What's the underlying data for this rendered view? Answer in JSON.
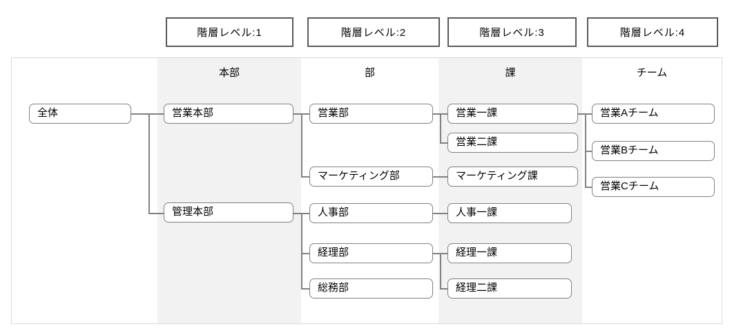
{
  "header": {
    "levels": [
      {
        "label": "階層レベル:1"
      },
      {
        "label": "階層レベル:2"
      },
      {
        "label": "階層レベル:3"
      },
      {
        "label": "階層レベル:4"
      }
    ]
  },
  "columns": [
    {
      "label": "本部"
    },
    {
      "label": "部"
    },
    {
      "label": "課"
    },
    {
      "label": "チーム"
    }
  ],
  "nodes": {
    "zentai": "全体",
    "eigyo_honbu": "営業本部",
    "kanri_honbu": "管理本部",
    "eigyo_bu": "営業部",
    "marketing_bu": "マーケティング部",
    "jinji_bu": "人事部",
    "keiri_bu": "経理部",
    "soumu_bu": "総務部",
    "eigyo_1ka": "営業一課",
    "eigyo_2ka": "営業二課",
    "marketing_ka": "マーケティング課",
    "jinji_1ka": "人事一課",
    "keiri_1ka": "経理一課",
    "keiri_2ka": "経理二課",
    "eigyo_a_team": "営業Aチーム",
    "eigyo_b_team": "営業Bチーム",
    "eigyo_c_team": "営業Cチーム"
  },
  "hierarchy": {
    "全体": {
      "営業本部": {
        "営業部": {
          "営業一課": [
            "営業Aチーム",
            "営業Bチーム",
            "営業Cチーム"
          ],
          "営業二課": []
        },
        "マーケティング部": {
          "マーケティング課": []
        }
      },
      "管理本部": {
        "人事部": {
          "人事一課": []
        },
        "経理部": {
          "経理一課": [],
          "経理二課": []
        },
        "総務部": []
      }
    }
  },
  "colors": {
    "band_fill": "#f2f2f2",
    "node_border": "#808080",
    "connector": "#808080",
    "level_box_border": "#595959",
    "container_border": "#d9d9d9"
  }
}
